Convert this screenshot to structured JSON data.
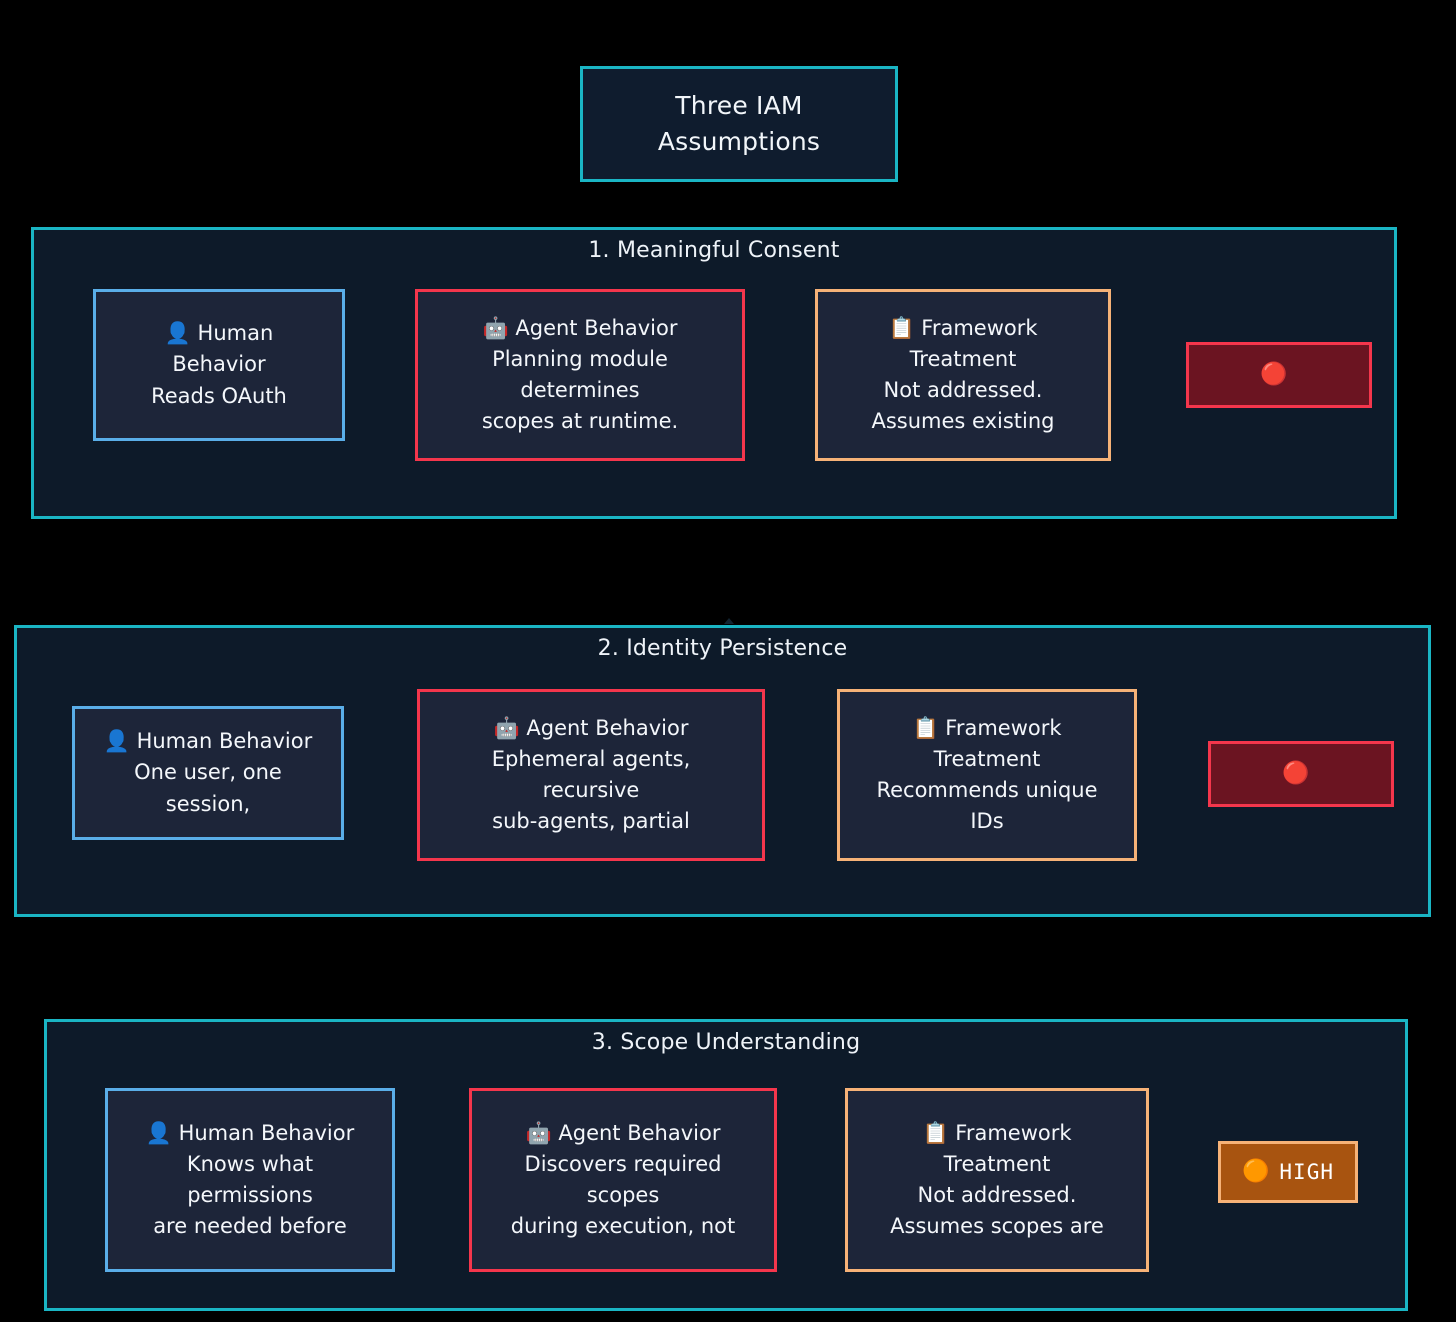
{
  "root": {
    "label": "Three IAM\nAssumptions",
    "border_color": "#1ab5c4"
  },
  "icons": {
    "human": "👤",
    "agent": "🤖",
    "framework": "📋",
    "dot_red": "🔴",
    "dot_orange": "🟠"
  },
  "colors": {
    "page_background": "#000000",
    "cluster_background": "#0d1a29",
    "cluster_border": "#1ab5c4",
    "card_background": "#1d2539",
    "human_border": "#5aaee8",
    "agent_border": "#f4364c",
    "framework_border": "#f6b277",
    "badge_critical_fill": "#6b1421",
    "badge_high_fill": "#a85410",
    "text": "#f4f7fb"
  },
  "sections": [
    {
      "title": "1. Meaningful Consent",
      "human": {
        "heading": "👤 Human",
        "body": "Behavior\nReads OAuth"
      },
      "agent": {
        "heading": "🤖 Agent Behavior",
        "body": "Planning module\ndetermines\nscopes at runtime."
      },
      "framework": {
        "heading": "📋 Framework",
        "body": "Treatment\nNot addressed.\nAssumes existing"
      },
      "severity": {
        "dot": "🔴",
        "label": "",
        "level": "critical"
      }
    },
    {
      "title": "2. Identity Persistence",
      "human": {
        "heading": "👤 Human Behavior",
        "body": "One user, one\nsession,"
      },
      "agent": {
        "heading": "🤖 Agent Behavior",
        "body": "Ephemeral agents,\nrecursive\nsub-agents, partial"
      },
      "framework": {
        "heading": "📋 Framework",
        "body": "Treatment\nRecommends unique\nIDs"
      },
      "severity": {
        "dot": "🔴",
        "label": "",
        "level": "critical"
      }
    },
    {
      "title": "3. Scope Understanding",
      "human": {
        "heading": "👤 Human Behavior",
        "body": "Knows what\npermissions\nare needed before"
      },
      "agent": {
        "heading": "🤖 Agent Behavior",
        "body": "Discovers required\nscopes\nduring execution, not"
      },
      "framework": {
        "heading": "📋 Framework",
        "body": "Treatment\nNot addressed.\nAssumes scopes are"
      },
      "severity": {
        "dot": "🟠",
        "label": "HIGH",
        "level": "high"
      }
    }
  ]
}
